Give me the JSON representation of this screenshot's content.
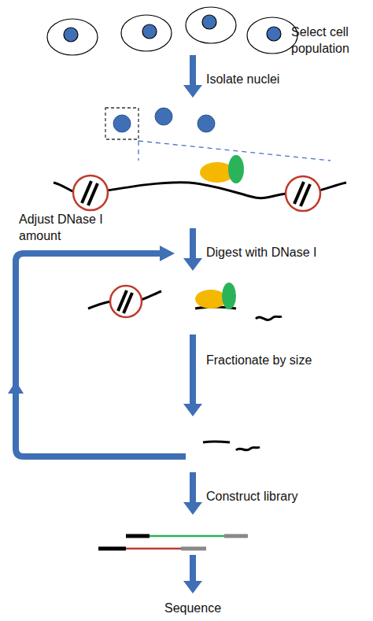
{
  "diagram": {
    "labels": [
      "Select cell population",
      "Isolate nuclei",
      "Adjust DNase I amount",
      "Digest with DNase I",
      "Fractionate by size",
      "Construct library",
      "Sequence"
    ]
  }
}
